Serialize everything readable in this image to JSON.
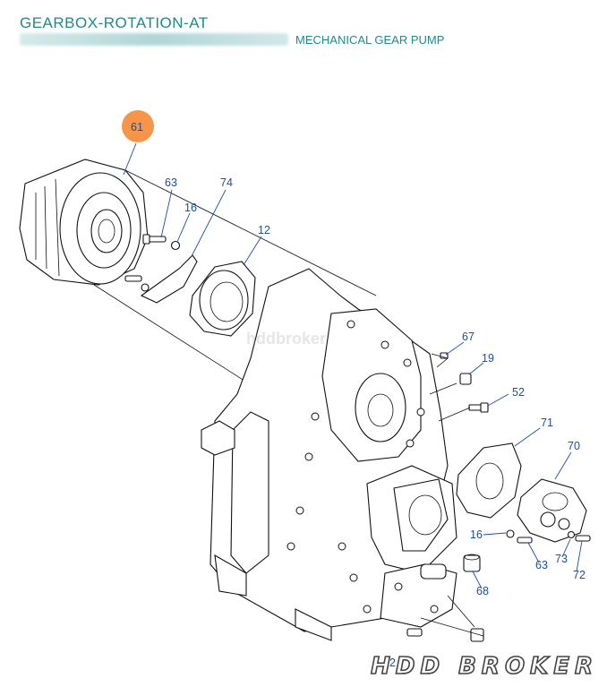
{
  "header": {
    "title": "GEARBOX-ROTATION-AT",
    "subtitle": "MECHANICAL GEAR PUMP"
  },
  "watermark": "HDD BROKER",
  "watermark_center": "hddbroker",
  "highlight_color": "#f5954a",
  "label_color": "#1a4fa0",
  "title_color": "#1e8a8a",
  "callouts": {
    "c61": "61",
    "c63a": "63",
    "c16a": "16",
    "c74": "74",
    "c12a": "12",
    "c67": "67",
    "c19": "19",
    "c52": "52",
    "c71": "71",
    "c70": "70",
    "c16b": "16",
    "c63b": "63",
    "c73": "73",
    "c72": "72",
    "c68": "68",
    "c12b": "12"
  }
}
